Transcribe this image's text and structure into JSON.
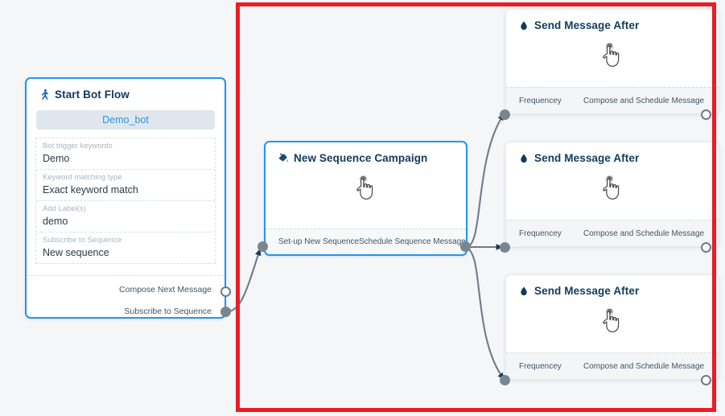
{
  "canvas": {
    "background": "#f4f6f8",
    "selection_border_color": "#ec1c24",
    "accent_blue": "#2196f3",
    "port_color": "#78868f",
    "title_color": "#123a5c"
  },
  "start_node": {
    "icon": "running-person-icon",
    "title": "Start Bot Flow",
    "bot_chip": "Demo_bot",
    "fields": [
      {
        "label": "Bot trigger keywords",
        "value": "Demo"
      },
      {
        "label": "Keyword matching type",
        "value": "Exact keyword match"
      },
      {
        "label": "Add Label(s)",
        "value": "demo"
      },
      {
        "label": "Subscribe to Sequence",
        "value": "New sequence"
      }
    ],
    "out_ports": [
      {
        "label": "Compose Next Message",
        "style": "hollow"
      },
      {
        "label": "Subscribe to Sequence",
        "style": "filled"
      }
    ]
  },
  "sequence_node": {
    "icon": "paint-bucket-icon",
    "title": "New Sequence Campaign",
    "body_icon": "pointing-hand-cursor-icon",
    "in_port_label": "Set-up New Sequence",
    "out_port_label": "Schedule Sequence Message"
  },
  "message_nodes": [
    {
      "icon": "water-drop-icon",
      "title": "Send Message After",
      "body_icon": "pointing-hand-cursor-icon",
      "in_port_label": "Frequencey",
      "out_port_label": "Compose and Schedule Message"
    },
    {
      "icon": "water-drop-icon",
      "title": "Send Message After",
      "body_icon": "pointing-hand-cursor-icon",
      "in_port_label": "Frequencey",
      "out_port_label": "Compose and Schedule Message"
    },
    {
      "icon": "water-drop-icon",
      "title": "Send Message After",
      "body_icon": "pointing-hand-cursor-icon",
      "in_port_label": "Frequencey",
      "out_port_label": "Compose and Schedule Message"
    }
  ]
}
